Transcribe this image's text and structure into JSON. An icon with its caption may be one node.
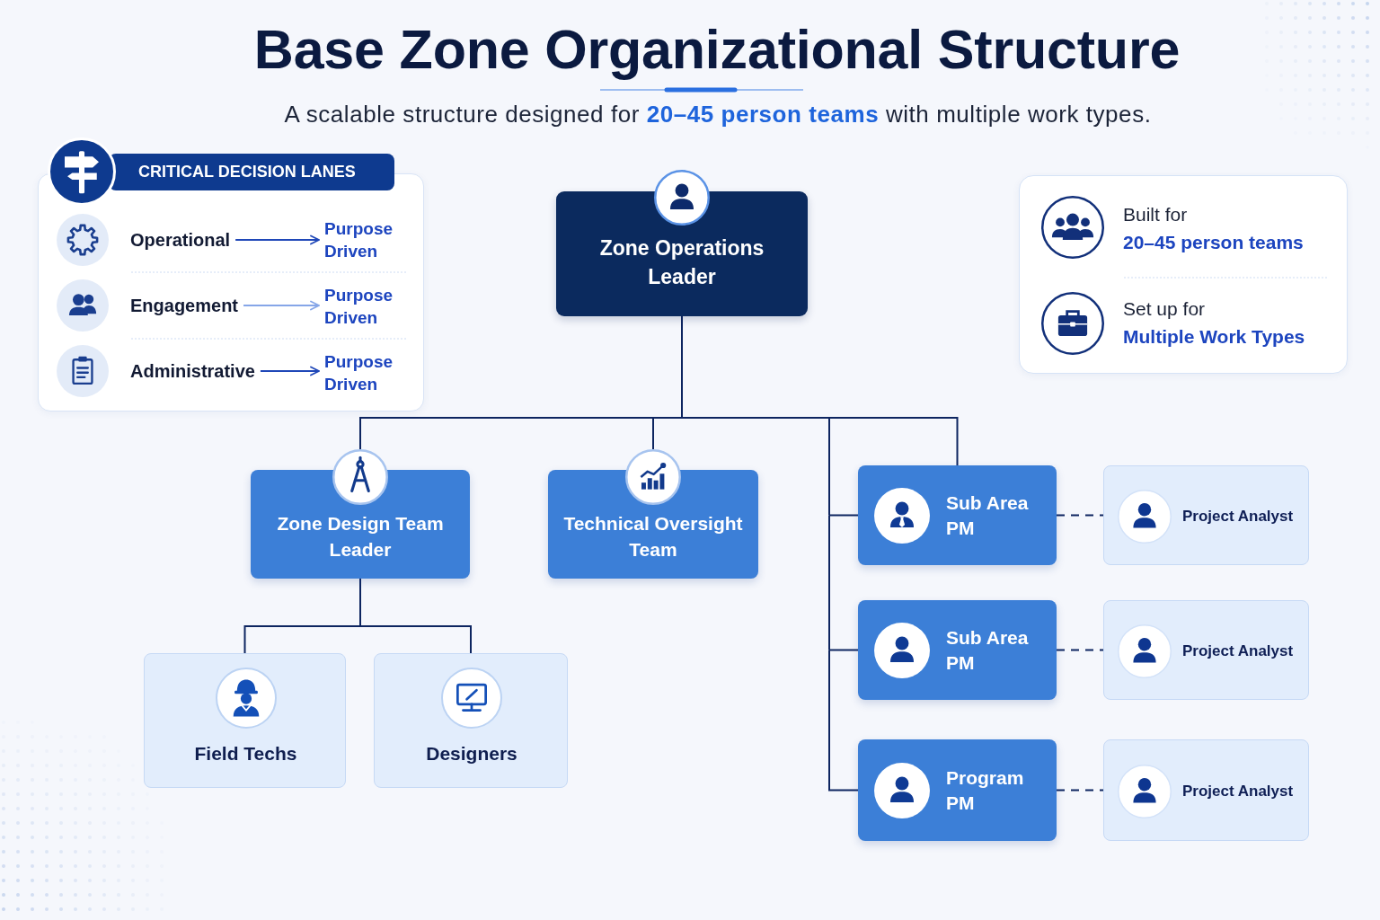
{
  "diagram": {
    "title": "Base Zone Organizational Structure",
    "caption": "A scalable structure designed for **20–45 person teams** with multiple work types.",
    "nodes": [
      {
        "text": [
          "CRITICAL DECISION LANES"
        ]
      },
      {
        "text": [
          "Operational"
        ],
        "in": 0
      },
      {
        "text": [
          "Purpose Driven"
        ],
        "in": 0
      },
      {
        "text": [
          "Engagement"
        ],
        "in": 0
      },
      {
        "text": [
          "Purpose Driven"
        ],
        "in": 0
      },
      {
        "text": [
          "Administrative"
        ],
        "in": 0
      },
      {
        "text": [
          "Purpose Driven"
        ],
        "in": 0
      },
      {
        "text": [
          "Zone Operations Leader"
        ]
      },
      {
        "text": [
          "Built for **20–45 person teams**",
          "Set up for **Multiple Work Types**"
        ]
      },
      {
        "text": [
          "Zone Design Team Leader"
        ]
      },
      {
        "text": [
          "Technical Oversight Team"
        ]
      },
      {
        "text": [
          "Sub Area PM"
        ]
      },
      {
        "text": [
          "Project Analyst"
        ]
      },
      {
        "text": [
          "Sub Area PM"
        ]
      },
      {
        "text": [
          "Project Analyst"
        ]
      },
      {
        "text": [
          "Field Techs"
        ]
      },
      {
        "text": [
          "Designers"
        ]
      },
      {
        "text": [
          "Program PM"
        ]
      },
      {
        "text": [
          "Project Analyst"
        ]
      }
    ],
    "edges": [
      {
        "from": 1,
        "to": 2,
        "arrow": "to",
        "color": "#1f47b8"
      },
      {
        "from": 3,
        "to": 4,
        "arrow": "to",
        "color": "#86a6e8"
      },
      {
        "from": 5,
        "to": 6,
        "arrow": "to",
        "color": "#1f47b8"
      },
      {
        "from": 7,
        "to": 9,
        "arrow": "none"
      },
      {
        "from": 7,
        "to": 10,
        "arrow": "none"
      },
      {
        "from": 7,
        "to": 11,
        "arrow": "none"
      },
      {
        "from": 7,
        "to": 11,
        "arrow": "none"
      },
      {
        "from": 7,
        "to": 13,
        "arrow": "none"
      },
      {
        "from": 7,
        "to": 17,
        "arrow": "none"
      },
      {
        "from": 9,
        "to": 15,
        "arrow": "none"
      },
      {
        "from": 9,
        "to": 16,
        "arrow": "none"
      },
      {
        "from": 11,
        "to": 12,
        "arrow": "none",
        "style": "dashed"
      },
      {
        "from": 13,
        "to": 14,
        "arrow": "none",
        "style": "dashed"
      },
      {
        "from": 17,
        "to": 18,
        "arrow": "none",
        "style": "dashed"
      }
    ]
  }
}
